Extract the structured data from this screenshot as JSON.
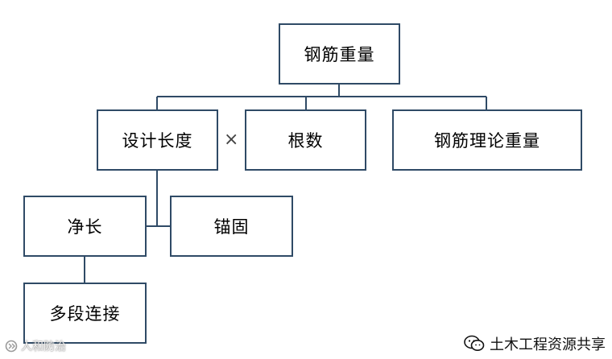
{
  "nodes": {
    "root": "钢筋重量",
    "design_length": "设计长度",
    "count": "根数",
    "theoretical_weight": "钢筋理论重量",
    "net_length": "净长",
    "anchorage": "锚固",
    "multi_segment": "多段连接"
  },
  "operator": "×",
  "watermarks": {
    "source": "土木工程资源共享",
    "corner": "人和防治"
  },
  "colors": {
    "box_border": "#2f4a66",
    "line": "#2f4a66"
  }
}
